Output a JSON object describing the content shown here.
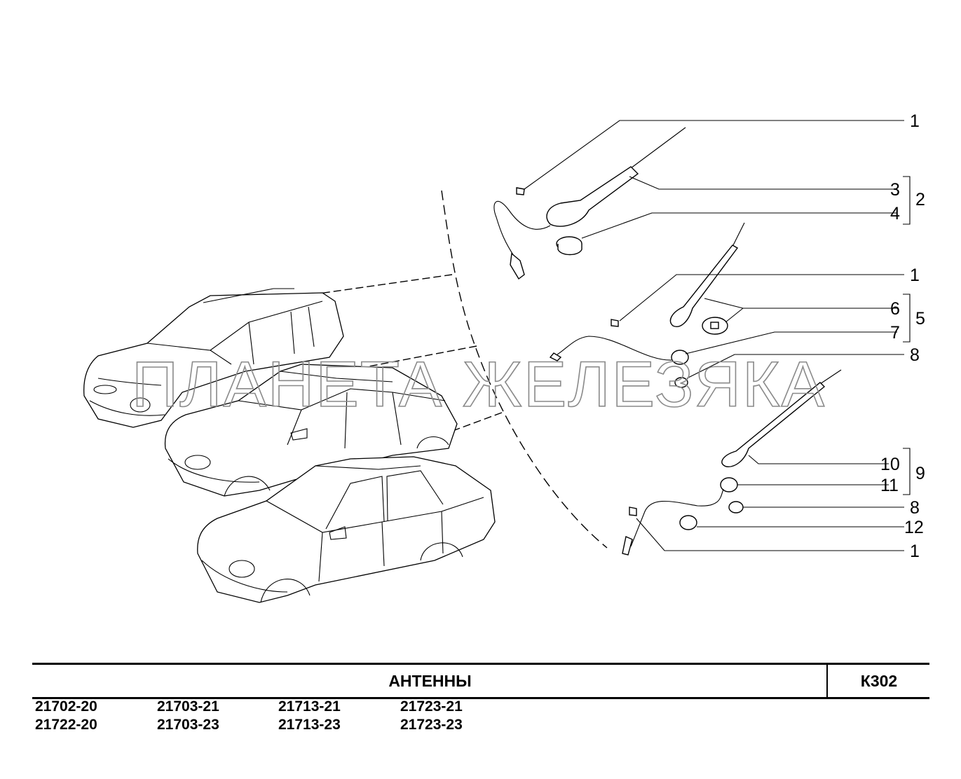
{
  "diagram": {
    "callouts": [
      "1",
      "3",
      "2",
      "4",
      "1",
      "6",
      "5",
      "7",
      "8",
      "10",
      "9",
      "11",
      "8",
      "12",
      "1"
    ],
    "watermark": "ПЛАНЕТА ЖЕЛЕЗЯКА"
  },
  "title_block": {
    "title": "АНТЕННЫ",
    "code": "К302"
  },
  "models": [
    [
      "21702-20",
      "21722-20"
    ],
    [
      "21703-21",
      "21703-23"
    ],
    [
      "21713-21",
      "21713-23"
    ],
    [
      "21723-21",
      "21723-23"
    ]
  ]
}
